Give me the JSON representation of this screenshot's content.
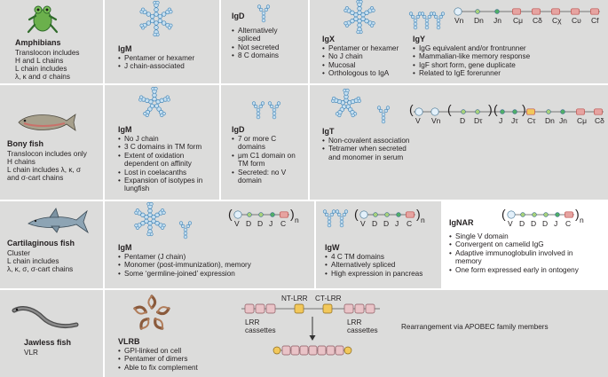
{
  "colors": {
    "panel_bg": "#dcdcdb",
    "highlight_bg": "#ffffff",
    "ig_blue": "#c6dff0",
    "ig_blue_stroke": "#3d82b5",
    "v_domain": "#e3f0fa",
    "d_domain": "#a8d27a",
    "j_domain": "#4fae67",
    "c_domain": "#e6a3a0",
    "c_domain_stroke": "#c0504d",
    "lrr": "#e9c3c7",
    "vlrb": "#8a5a3c"
  },
  "rows": {
    "amphibians": {
      "species": {
        "name": "Amphibians",
        "lines": [
          "Translocon includes",
          "H and L chains",
          "L chain includes",
          "λ, κ and σ chains"
        ]
      },
      "igm": {
        "title": "IgM",
        "bullets": [
          "Pentamer or hexamer",
          "J chain-associated"
        ]
      },
      "igd": {
        "title": "IgD",
        "bullets": [
          "Alternatively",
          "spliced",
          "Not secreted",
          "8 C domains"
        ]
      },
      "igx": {
        "title": "IgX",
        "bullets": [
          "Pentamer or hexamer",
          "No J chain",
          "Mucosal",
          "Orthologous to IgA"
        ]
      },
      "igy": {
        "title": "IgY",
        "bullets": [
          "IgG equivalent and/or frontrunner",
          "Mammalian-like memory response",
          "IgF short form, gene duplicate",
          "Related to IgE forerunner"
        ]
      },
      "locus": [
        "Vn",
        "Dn",
        "Jn",
        "Cμ",
        "Cδ",
        "Cχ",
        "Cυ",
        "Cf"
      ]
    },
    "bony_fish": {
      "species": {
        "name": "Bony fish",
        "lines": [
          "Translocon includes only",
          "H chains",
          "L chain includes λ, κ, σ",
          "and σ-cart chains"
        ]
      },
      "igm": {
        "title": "IgM",
        "bullets": [
          "No J chain",
          "3 C domains in TM form",
          "Extent of oxidation",
          "dependent on affinity",
          "Lost in coelacanths",
          "Expansion of isotypes in",
          "lungfish"
        ]
      },
      "igd": {
        "title": "IgD",
        "bullets": [
          "7 or more C",
          "domains",
          "μm C1 domain on",
          "TM form",
          "Secreted: no V",
          "domain"
        ]
      },
      "igt": {
        "title": "IgT",
        "bullets": [
          "Non-covalent association",
          "Tetramer when secreted",
          "and monomer in serum"
        ]
      },
      "locus": [
        "V",
        "Vn",
        "D",
        "Dτ",
        "J",
        "Jτ",
        "Cτ",
        "Dn",
        "Jn",
        "Cμ",
        "Cδ"
      ]
    },
    "cartilaginous_fish": {
      "species": {
        "name": "Cartilaginous fish",
        "lines": [
          "Cluster",
          "L chain includes",
          "λ, κ, σ, σ-cart chains"
        ]
      },
      "igm": {
        "title": "IgM",
        "bullets": [
          "Pentamer (J chain)",
          "Monomer (post-immunization), memory",
          "Some ‘germline-joined’ expression"
        ]
      },
      "igm_locus": [
        "V",
        "D",
        "D",
        "J",
        "C"
      ],
      "igw": {
        "title": "IgW",
        "bullets": [
          "4 C TM domains",
          "Alternatively spliced",
          "High expression in pancreas"
        ]
      },
      "igw_locus": [
        "V",
        "D",
        "D",
        "J",
        "C"
      ],
      "ignar": {
        "title": "IgNAR",
        "bullets": [
          "Single V domain",
          "Convergent on camelid IgG",
          "Adaptive immunoglobulin involved in",
          "memory",
          "One form expressed early in ontogeny"
        ]
      },
      "ignar_locus": [
        "V",
        "D",
        "D",
        "D",
        "J",
        "C"
      ],
      "subscript": "n"
    },
    "jawless_fish": {
      "species": {
        "name": "Jawless fish",
        "lines": [
          "VLR"
        ]
      },
      "vlrb": {
        "title": "VLRB",
        "bullets": [
          "GPI-linked on cell",
          "Pentamer of dimers",
          "Able to fix complement"
        ]
      },
      "nt_lrr": "NT-LRR",
      "ct_lrr": "CT-LRR",
      "lrr_left": [
        "LRR",
        "cassettes"
      ],
      "lrr_right": [
        "LRR",
        "cassettes"
      ],
      "note": "Rearrangement via APOBEC family members"
    }
  }
}
